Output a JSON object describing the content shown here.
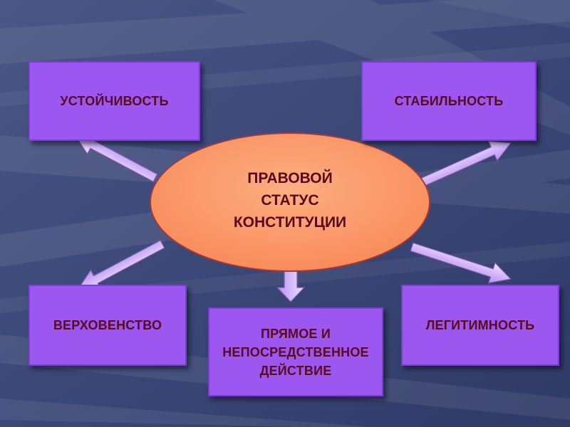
{
  "center": {
    "label": "ПРАВОВОЙ\nСТАТУС\nКОНСТИТУЦИИ"
  },
  "properties": {
    "top_left": "УСТОЙЧИВОСТЬ",
    "top_right": "СТАБИЛЬНОСТЬ",
    "bottom_left": "ВЕРХОВЕНСТВО",
    "bottom_center": "ПРЯМОЕ И\nНЕПОСРЕДСТВЕННОЕ\nДЕЙСТВИЕ",
    "bottom_right": "ЛЕГИТИМНОСТЬ"
  },
  "colors": {
    "box_fill": "#9b57f0",
    "ellipse_fill": "#fa9a6a",
    "text": "#5a0a1e",
    "arrow_fill": "#d7b8fb",
    "background": "#3d4a7a"
  }
}
